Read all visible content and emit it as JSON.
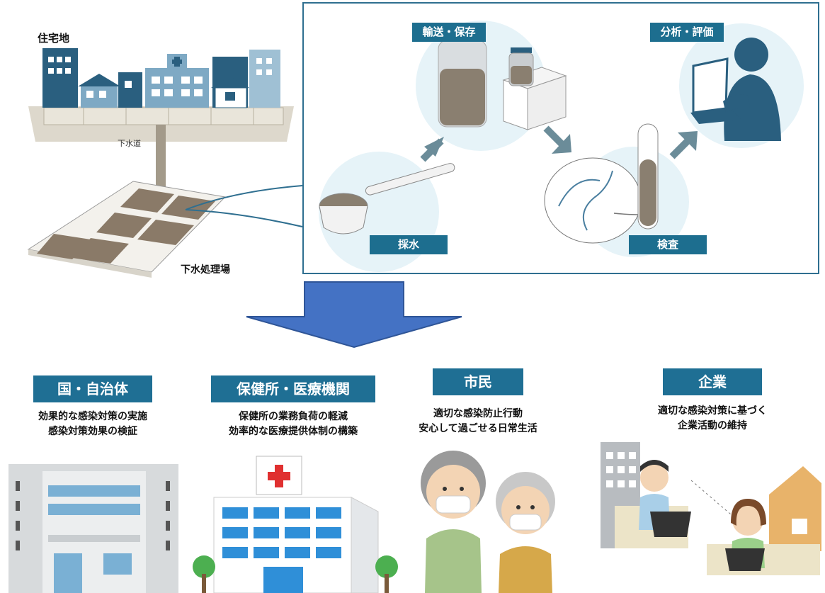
{
  "top": {
    "residential_label": "住宅地",
    "sewer_label": "下水道",
    "plant_label": "下水処理場",
    "steps": {
      "transport": "輸送・保存",
      "analysis": "分析・評価",
      "sampling": "採水",
      "testing": "検査"
    }
  },
  "stakeholders": [
    {
      "title": "国・自治体",
      "lines": [
        "効果的な感染対策の実施",
        "感染対策効果の検証"
      ]
    },
    {
      "title": "保健所・医療機関",
      "lines": [
        "保健所の業務負荷の軽減",
        "効率的な医療提供体制の構築"
      ]
    },
    {
      "title": "市民",
      "lines": [
        "適切な感染防止行動",
        "安心して過ごせる日常生活"
      ]
    },
    {
      "title": "企業",
      "lines": [
        "適切な感染対策に基づく",
        "企業活動の維持"
      ]
    }
  ],
  "colors": {
    "badge": "#1d6e8f",
    "down_arrow": "#4472c4",
    "panel_border": "#2f6f90",
    "step_arrow": "#6b8c99"
  }
}
